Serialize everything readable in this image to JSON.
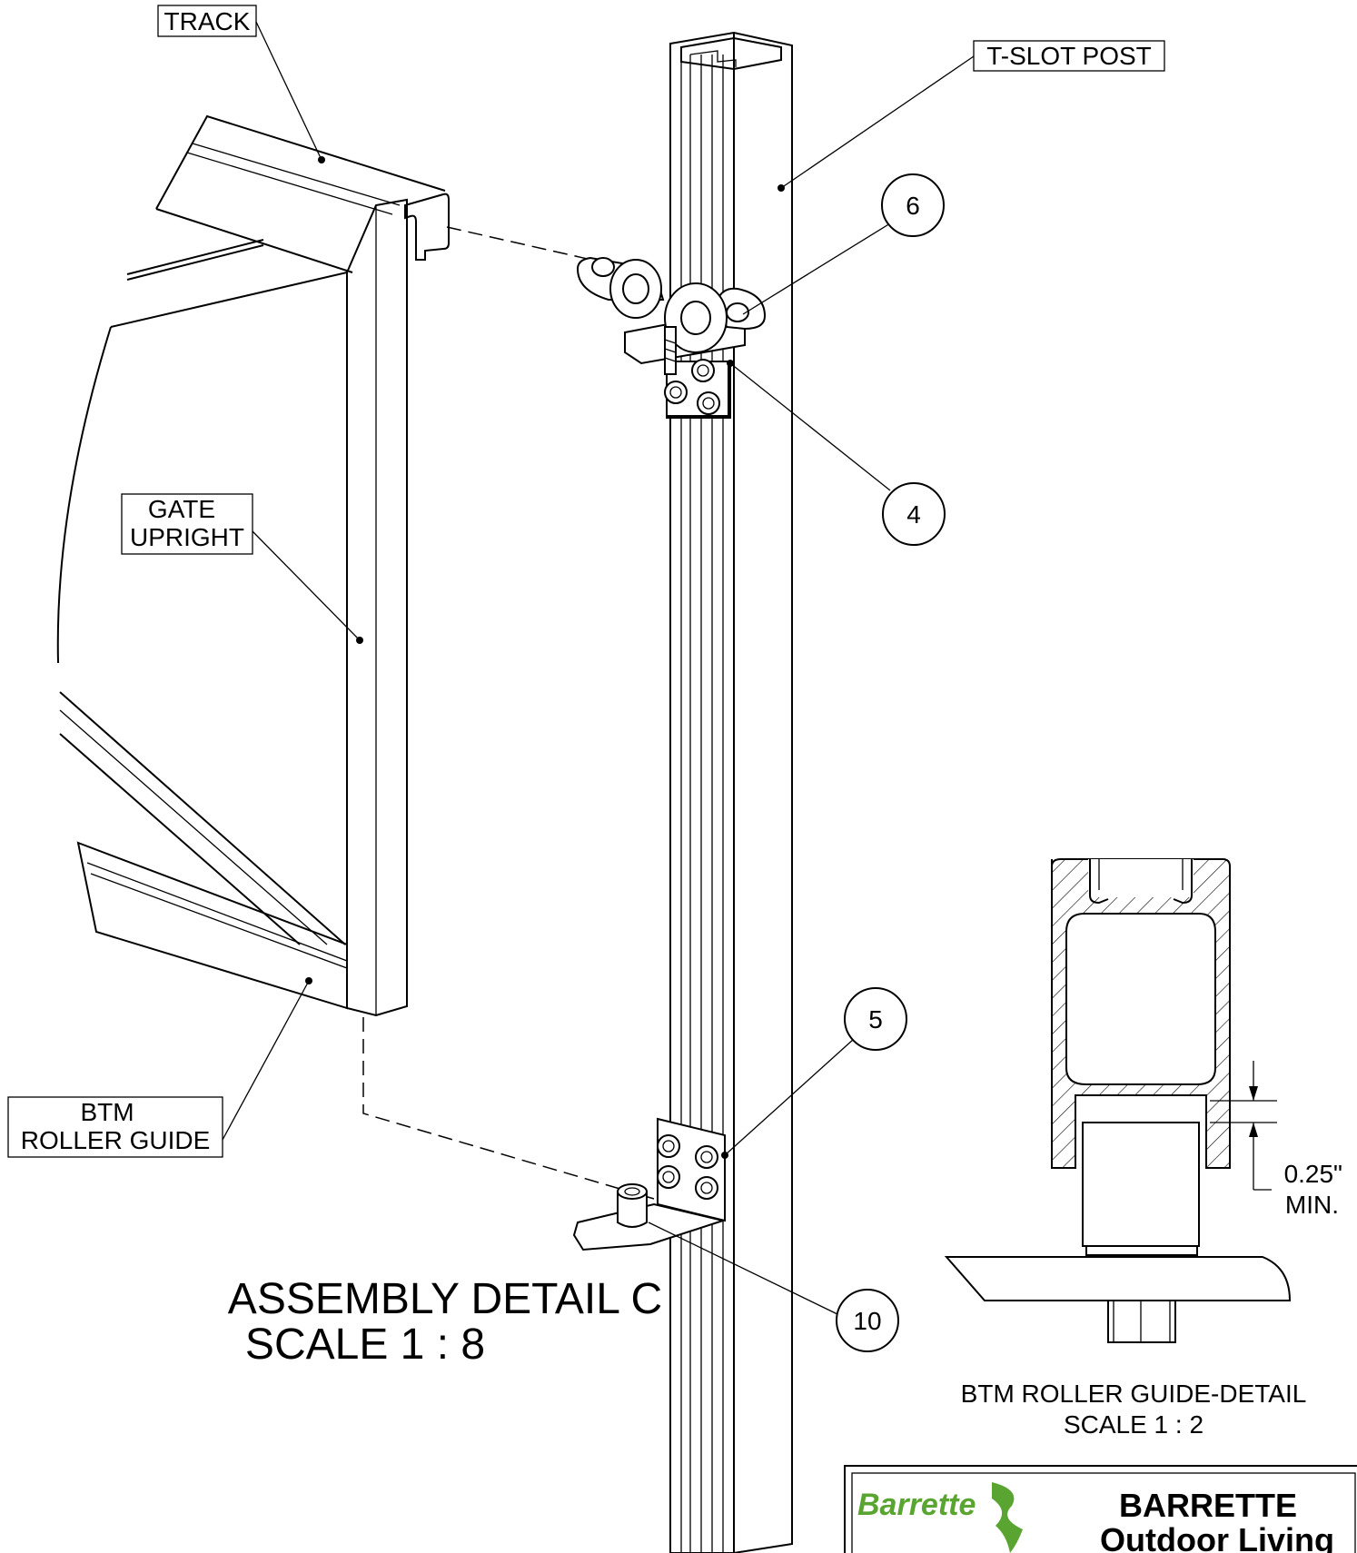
{
  "labels": {
    "track": "TRACK",
    "t_slot_post": "T-SLOT POST",
    "gate_upright_1": "GATE",
    "gate_upright_2": "UPRIGHT",
    "btm_roller_guide_1": "BTM",
    "btm_roller_guide_2": "ROLLER GUIDE"
  },
  "balloons": {
    "b6": "6",
    "b4": "4",
    "b5": "5",
    "b10": "10"
  },
  "assembly_detail": {
    "title": "ASSEMBLY DETAIL C",
    "scale": "SCALE 1 : 8"
  },
  "roller_detail": {
    "title": "BTM ROLLER GUIDE-DETAIL",
    "scale": "SCALE 1 : 2",
    "dimension_value": "0.25\"",
    "dimension_note": "MIN."
  },
  "title_block": {
    "logo_text": "Barrette",
    "company_1": "BARRETTE",
    "company_2": "Outdoor Living",
    "logo_color": "#5aa532"
  }
}
